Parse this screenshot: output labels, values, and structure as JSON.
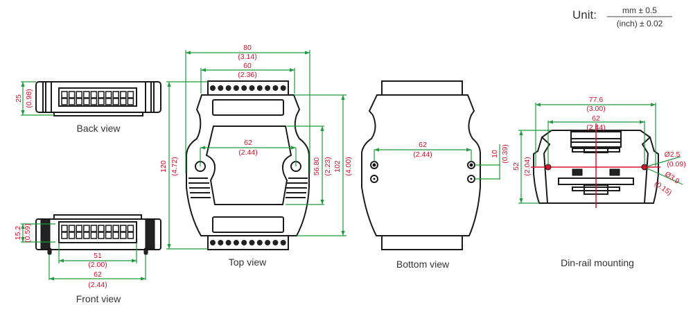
{
  "unit": {
    "label": "Unit:",
    "numerator": "mm ± 0.5",
    "denominator": "(inch) ± 0.02"
  },
  "colors": {
    "dimension_line": "#1f9a3c",
    "dimension_text": "#d0102a",
    "outline": "#1a1a1a"
  },
  "back_view": {
    "title": "Back view",
    "height_mm": "25",
    "height_in": "(0.98)"
  },
  "front_view": {
    "title": "Front view",
    "height_mm": "15.2",
    "height_in": "(0.59)",
    "inner_mm": "51",
    "inner_in": "(2.00)",
    "pin_mm": "62",
    "pin_in": "(2.44)"
  },
  "top_view": {
    "title": "Top view",
    "width_mm": "80",
    "width_in": "(3.14)",
    "term_mm": "60",
    "term_in": "(2.36)",
    "hole_mm": "62",
    "hole_in": "(2.44)",
    "height_mm": "120",
    "height_in": "(4.72)",
    "body_mm": "102",
    "body_in": "(4.00)",
    "center_mm": "56.80",
    "center_in": "(2.23)"
  },
  "bottom_view": {
    "title": "Bottom view",
    "hole_mm": "62",
    "hole_in": "(2.44)",
    "pitch_mm": "10",
    "pitch_in": "(0.39)"
  },
  "din_rail": {
    "title": "Din-rail mounting",
    "width_mm": "77.6",
    "width_in": "(3.00)",
    "hole_mm": "62",
    "hole_in": "(2.44)",
    "height_mm": "52",
    "height_in": "(2.04)",
    "d1_mm": "Ø2.5",
    "d1_in": "(0.09)",
    "d2_mm": "Ø3.9",
    "d2_in": "(0.15)"
  }
}
